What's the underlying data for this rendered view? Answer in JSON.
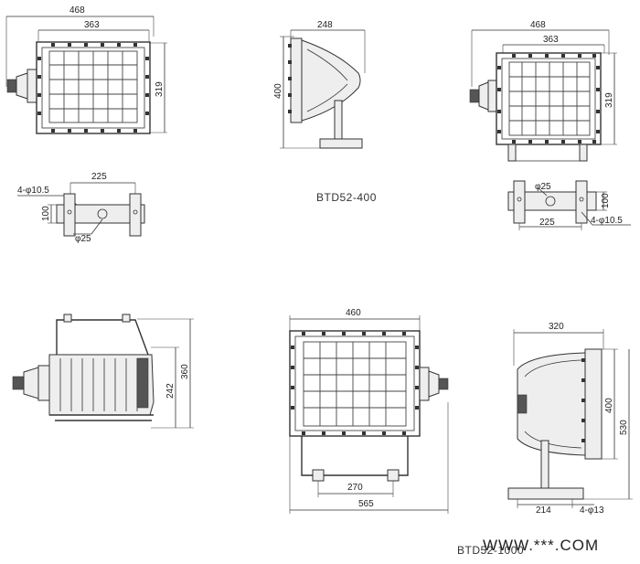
{
  "drawings": {
    "btd400_front": {
      "width": "468",
      "glass_width": "363",
      "height": "319"
    },
    "btd400_side": {
      "depth": "248",
      "height": "400"
    },
    "btd400_front_right": {
      "width": "468",
      "glass_width": "363",
      "height": "319"
    },
    "btd400_base_left": {
      "span": "225",
      "holes": "4-φ10.5",
      "height": "100",
      "center_hole": "φ25"
    },
    "btd400_base_right": {
      "span": "225",
      "holes": "4-φ10.5",
      "height": "100",
      "center_hole": "φ25"
    },
    "btd1000_side_left": {
      "total_height": "360",
      "body_height": "242"
    },
    "btd1000_front": {
      "width": "460",
      "foot_span": "270",
      "total_width": "565"
    },
    "btd1000_side_right": {
      "depth": "320",
      "height": "400",
      "total_height": "530",
      "base_span": "214",
      "holes": "4-φ13"
    }
  },
  "model_labels": {
    "btd52_400": "BTD52-400",
    "btd52_1000": "BTD52-1000"
  },
  "watermark": "WWW.***.COM"
}
